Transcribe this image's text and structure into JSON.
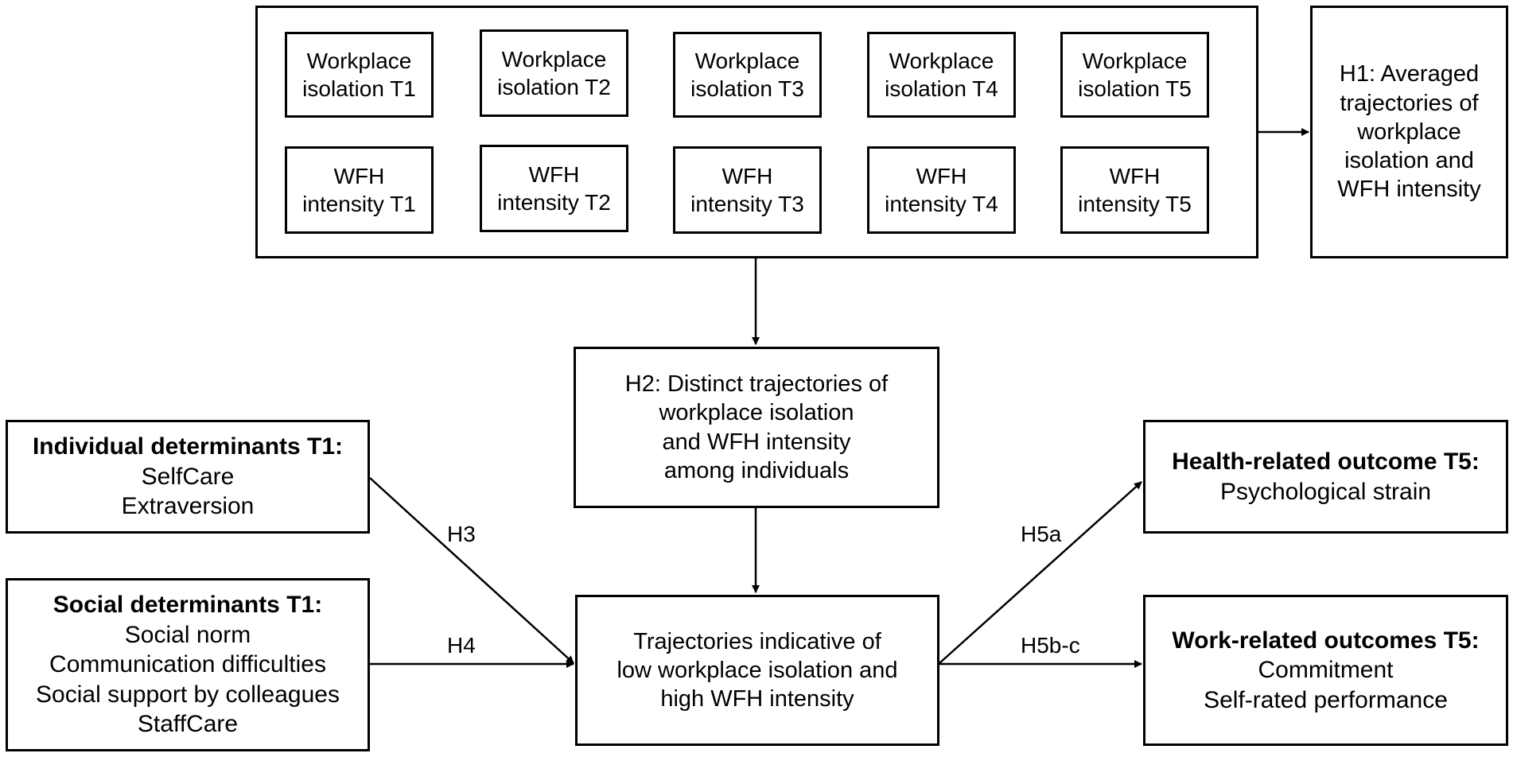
{
  "isolation_row": [
    [
      "Workplace",
      "isolation T1"
    ],
    [
      "Workplace",
      "isolation T2"
    ],
    [
      "Workplace",
      "isolation T3"
    ],
    [
      "Workplace",
      "isolation T4"
    ],
    [
      "Workplace",
      "isolation T5"
    ]
  ],
  "wfh_row": [
    [
      "WFH",
      "intensity T1"
    ],
    [
      "WFH",
      "intensity T2"
    ],
    [
      "WFH",
      "intensity T3"
    ],
    [
      "WFH",
      "intensity T4"
    ],
    [
      "WFH",
      "intensity T5"
    ]
  ],
  "h1": [
    "H1: Averaged",
    "trajectories of",
    "workplace",
    "isolation and",
    "WFH intensity"
  ],
  "h2": [
    "H2: Distinct trajectories of",
    "workplace isolation",
    "and WFH intensity",
    "among individuals"
  ],
  "individual": {
    "title": "Individual determinants T1:",
    "items": [
      "SelfCare",
      "Extraversion"
    ]
  },
  "social": {
    "title": "Social determinants T1:",
    "items": [
      "Social norm",
      "Communication difficulties",
      "Social support by colleagues",
      "StaffCare"
    ]
  },
  "trajectories": [
    "Trajectories indicative of",
    "low workplace isolation and",
    "high WFH intensity"
  ],
  "health": {
    "title": "Health-related outcome T5:",
    "items": [
      "Psychological strain"
    ]
  },
  "work": {
    "title": "Work-related outcomes T5:",
    "items": [
      "Commitment",
      "Self-rated performance"
    ]
  },
  "edge_labels": {
    "h3": "H3",
    "h4": "H4",
    "h5a": "H5a",
    "h5bc": "H5b-c"
  }
}
